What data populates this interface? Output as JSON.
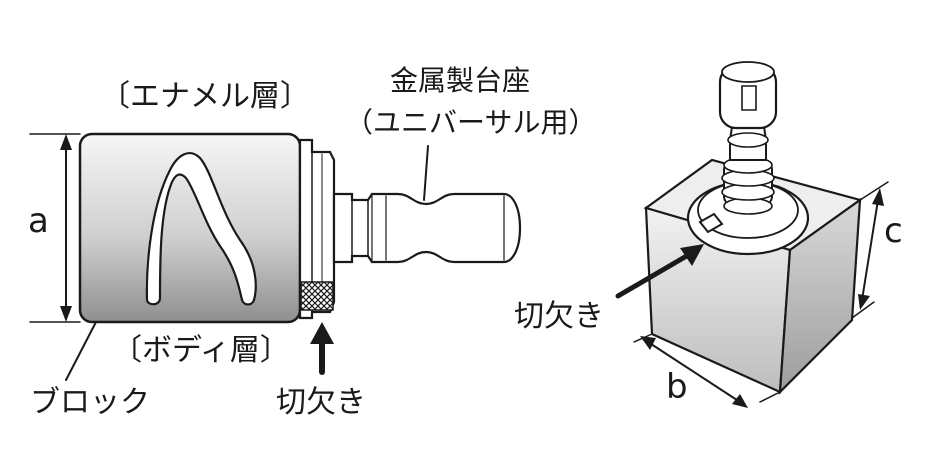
{
  "labels": {
    "enamel_layer": "〔エナメル層〕",
    "body_layer": "〔ボディ層〕",
    "block": "ブロック",
    "notch_left": "切欠き",
    "notch_right": "切欠き",
    "metal_base_line1": "金属製台座",
    "metal_base_line2": "（ユニバーサル用）",
    "dim_a": "a",
    "dim_b": "b",
    "dim_c": "c"
  },
  "colors": {
    "ink": "#1a1a1a",
    "block_gradient_top": "#f4f4f4",
    "block_gradient_bottom": "#9a9a9a",
    "metal_fill": "#ffffff"
  }
}
